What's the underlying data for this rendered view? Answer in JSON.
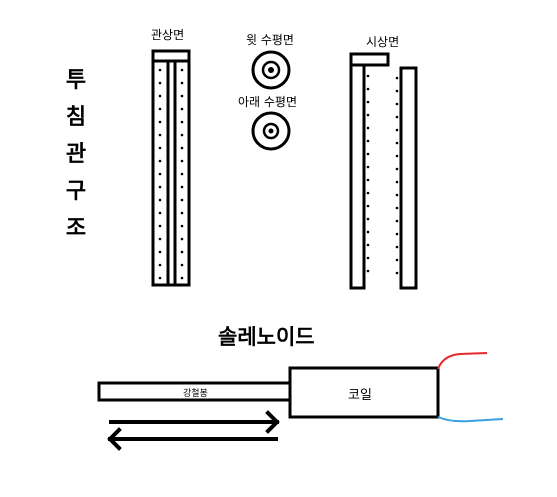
{
  "left_title_chars": [
    "투",
    "침",
    "관",
    "구",
    "조"
  ],
  "labels": {
    "tube_face": "관상면",
    "upper_horizontal": "윗 수평면",
    "lower_horizontal": "아래 수평면",
    "sagittal": "시상면",
    "solenoid": "솔레노이드",
    "steel_rod": "강철봉",
    "coil": "코일"
  },
  "colors": {
    "line": "#000000",
    "wire_red": "#e8282c",
    "wire_blue": "#3aa0e0"
  }
}
